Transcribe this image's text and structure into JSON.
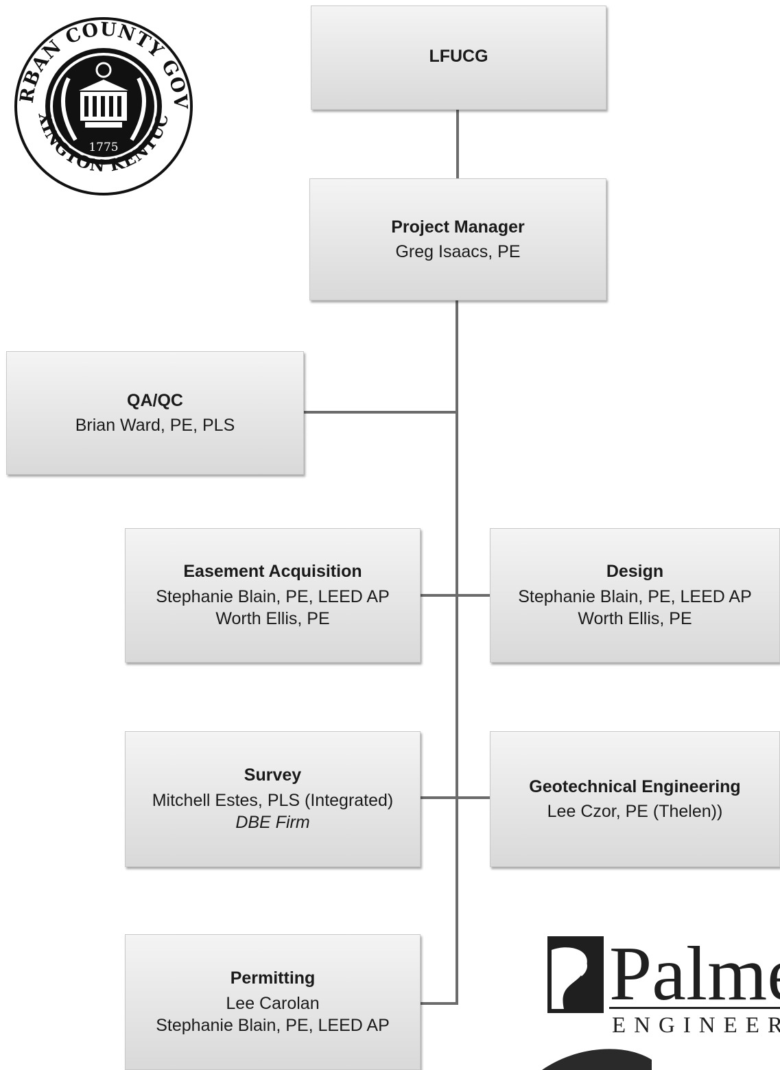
{
  "seal": {
    "ring_top": "FAYETTE URBAN COUNTY GOVERNMENT",
    "ring_bottom": "LEXINGTON KENTUCKY",
    "year": "1775"
  },
  "logo": {
    "wordmark": "Palme",
    "tagline": "ENGINEER"
  },
  "org": {
    "lfucg": {
      "title": "LFUCG"
    },
    "pm": {
      "title": "Project Manager",
      "names": [
        "Greg Isaacs, PE"
      ]
    },
    "qaqc": {
      "title": "QA/QC",
      "names": [
        "Brian Ward, PE, PLS"
      ]
    },
    "easement": {
      "title": "Easement Acquisition",
      "names": [
        "Stephanie Blain, PE, LEED AP",
        "Worth Ellis, PE"
      ]
    },
    "design": {
      "title": "Design",
      "names": [
        "Stephanie Blain, PE, LEED AP",
        "Worth Ellis, PE"
      ]
    },
    "survey": {
      "title": "Survey",
      "names": [
        "Mitchell Estes, PLS (Integrated)"
      ],
      "note": "DBE Firm"
    },
    "geotech": {
      "title": "Geotechnical Engineering",
      "names": [
        "Lee Czor, PE (Thelen))"
      ]
    },
    "permitting": {
      "title": "Permitting",
      "names": [
        "Lee Carolan",
        "Stephanie Blain, PE, LEED AP"
      ]
    }
  },
  "colors": {
    "box_top": "#f4f4f4",
    "box_bottom": "#d9d9d9",
    "connector": "#6b6b6b"
  }
}
